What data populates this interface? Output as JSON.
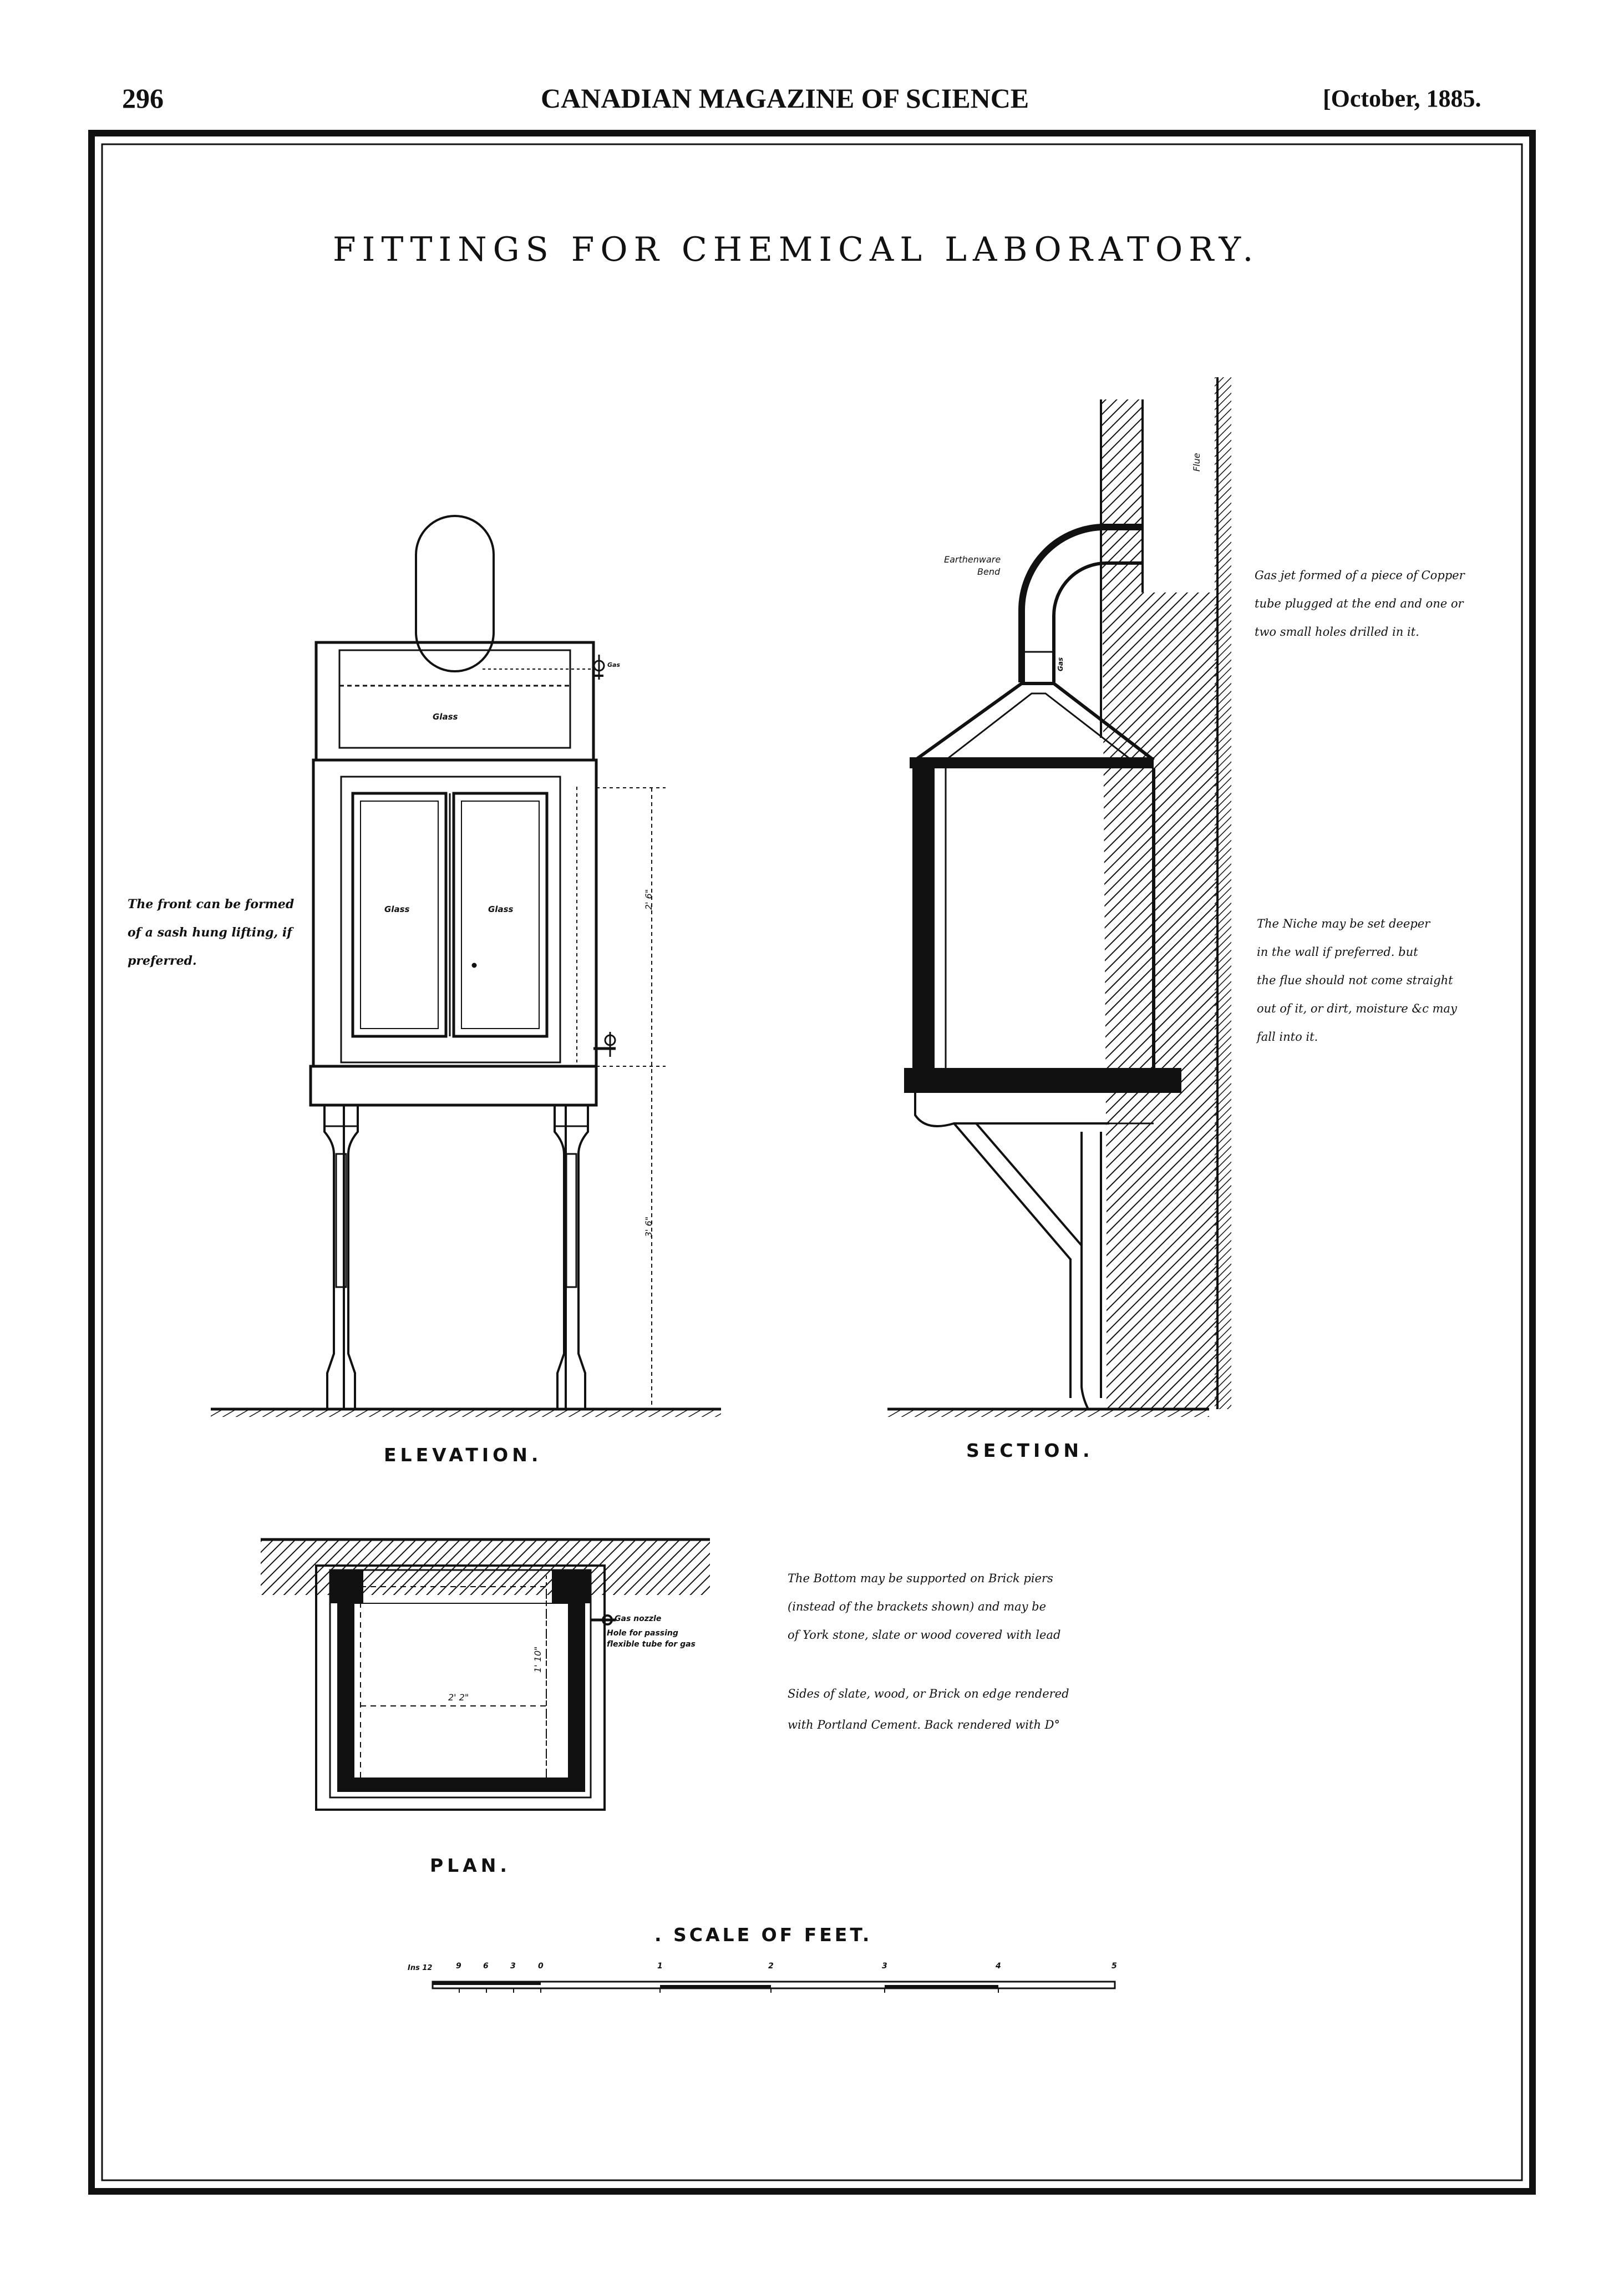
{
  "header": {
    "page_number": "296",
    "journal": "CANADIAN MAGAZINE OF SCIENCE",
    "date": "[October, 1885."
  },
  "plate": {
    "title": "FITTINGS FOR CHEMICAL LABORATORY.",
    "elevation": {
      "label": "ELEVATION.",
      "glass_top": "Glass",
      "glass_left": "Glass",
      "glass_right": "Glass",
      "gas": "Gas",
      "dim_upper": "2' 6\"",
      "dim_lower": "3' 6\"",
      "note_lines": [
        "The front can be formed",
        "of a sash hung lifting, if",
        "preferred."
      ]
    },
    "section": {
      "label": "SECTION.",
      "flue": "Flue",
      "bend_line1": "Earthenware",
      "bend_line2": "Bend",
      "gas": "Gas",
      "note1_lines": [
        "Gas jet formed of a piece of Copper",
        "tube plugged at the end and one or",
        "two small holes drilled in it."
      ],
      "note2_lines": [
        "The Niche may be set deeper",
        "in the wall if preferred. but",
        "the flue should not come straight",
        "out of it, or dirt, moisture &c may",
        "fall into it."
      ]
    },
    "plan": {
      "label": "PLAN.",
      "gas_nozzle": "Gas nozzle",
      "hole_line1": "Hole for passing",
      "hole_line2": "flexible tube for gas",
      "dim_width": "2' 2\"",
      "dim_depth": "1' 10\"",
      "note1_lines": [
        "The Bottom may be supported on Brick piers",
        "(instead of the brackets shown) and may be",
        "of York stone, slate or wood covered with lead"
      ],
      "note2_lines": [
        "Sides of slate, wood, or Brick on edge rendered",
        "with Portland Cement. Back rendered with D°"
      ]
    },
    "scale": {
      "title": ". SCALE  OF  FEET.",
      "unit": "Ins 12",
      "inch_ticks": [
        "9",
        "6",
        "3",
        "0"
      ],
      "feet_ticks": [
        "1",
        "2",
        "3",
        "4",
        "5"
      ]
    }
  }
}
